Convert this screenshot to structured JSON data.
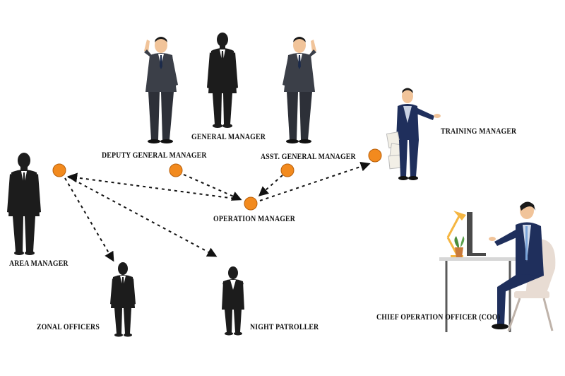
{
  "labels": {
    "general_manager": "GENERAL MANAGER",
    "deputy_general_manager": "DEPUTY GENERAL MANAGER",
    "asst_general_manager": "ASST. GENERAL MANAGER",
    "training_manager": "TRAINING MANAGER",
    "operation_manager": "OPERATION MANAGER",
    "area_manager": "AREA MANAGER",
    "zonal_officers": "ZONAL OFFICERS",
    "night_patroller": "NIGHT PATROLLER",
    "coo": "CHIEF OPERATION OFFICER (COO)"
  },
  "colors": {
    "node": "#f28a1e",
    "node_stroke": "#b85f0a",
    "arrow": "#111111",
    "silhouette": "#1c1c1c",
    "suit_gray": "#3b3f48",
    "suit_navy": "#1f2f5c",
    "skin": "#f1c49a",
    "lamp": "#f5b642",
    "chair": "#e8dcd3"
  }
}
